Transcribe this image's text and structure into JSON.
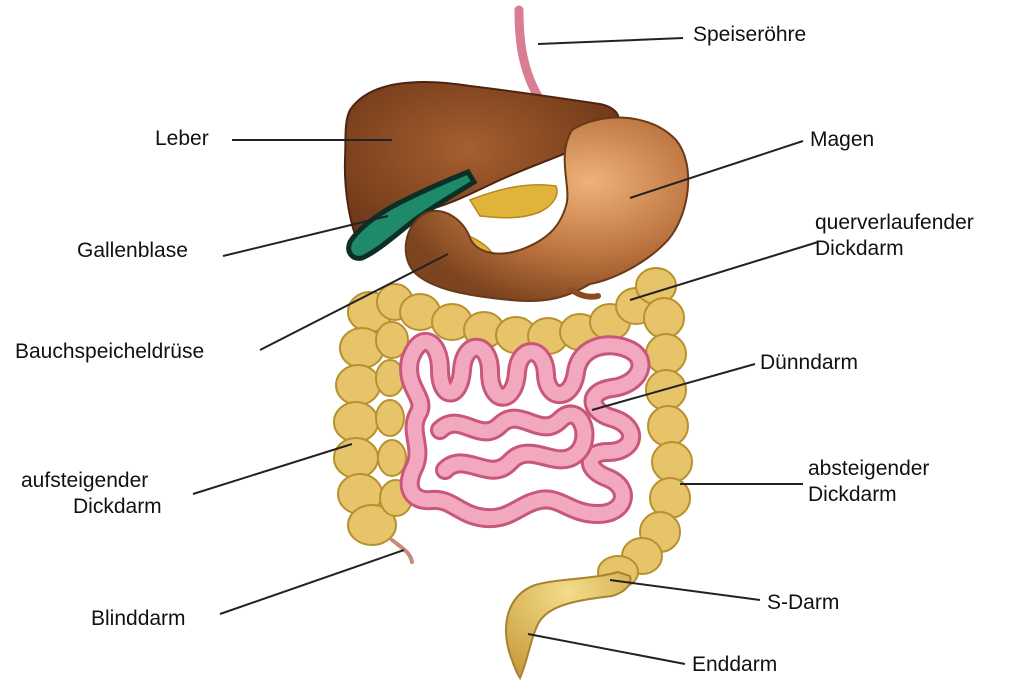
{
  "labels": {
    "speiseroehre": "Speiseröhre",
    "leber": "Leber",
    "magen": "Magen",
    "gallenblase": "Gallenblase",
    "querverlaufend_line1": "querverlaufender",
    "querverlaufend_line2": "Dickdarm",
    "bauchspeicheldruese": "Bauchspeicheldrüse",
    "duenndarm": "Dünndarm",
    "aufsteigend_line1": "aufsteigender",
    "aufsteigend_line2": "Dickdarm",
    "absteigend_line1": "absteigender",
    "absteigend_line2": "Dickdarm",
    "blinddarm": "Blinddarm",
    "s_darm": "S-Darm",
    "enddarm": "Enddarm"
  },
  "colors": {
    "liver": "#8a4a22",
    "stomach": "#b36c3a",
    "gallbladder": "#1f8a6a",
    "pancreas": "#e0b43a",
    "colon": "#e7c46a",
    "small_intestine": "#e98aa8",
    "esophagus": "#d97d93",
    "leader_line": "#222222"
  }
}
